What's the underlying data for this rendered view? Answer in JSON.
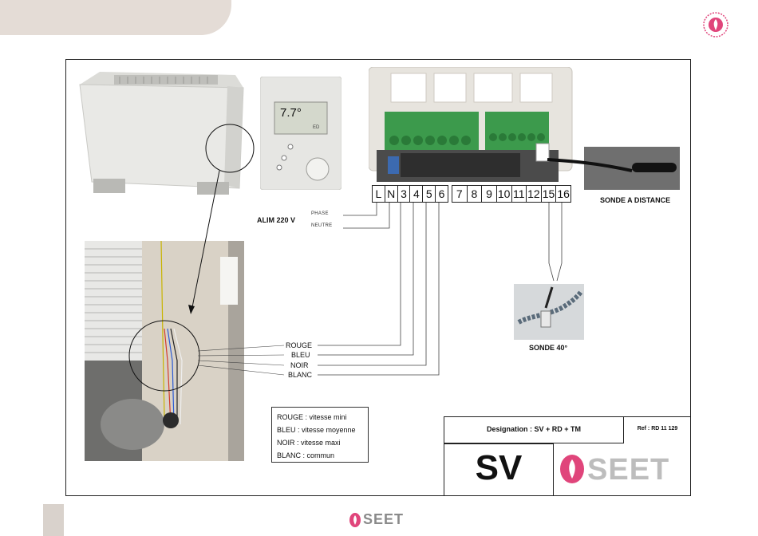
{
  "terminals_left": [
    "L",
    "N",
    "3",
    "4",
    "5",
    "6"
  ],
  "terminals_right": [
    "7",
    "8",
    "9",
    "10",
    "11",
    "12",
    "15",
    "16"
  ],
  "thermostat": {
    "display": "7.7°",
    "mode": "ED"
  },
  "labels": {
    "alim": "ALIM 220 V",
    "phase": "PHASE",
    "neutre": "NEUTRE",
    "sonde_distance": "SONDE A DISTANCE",
    "sonde_40": "SONDE 40°"
  },
  "wires": [
    "ROUGE",
    "BLEU",
    "NOIR",
    "BLANC"
  ],
  "legend": [
    "ROUGE  : vitesse mini",
    "BLEU : vitesse moyenne",
    "NOIR : vitesse maxi",
    "BLANC : commun"
  ],
  "title_block": {
    "designation": "Designation : SV   + RD + TM",
    "ref": "Ref : RD   11 129",
    "code": "SV"
  },
  "brand": "SEET",
  "colors": {
    "brand": "#e0457b",
    "tab": "#e4dcd6",
    "logo_grey": "#bdbdbd"
  }
}
